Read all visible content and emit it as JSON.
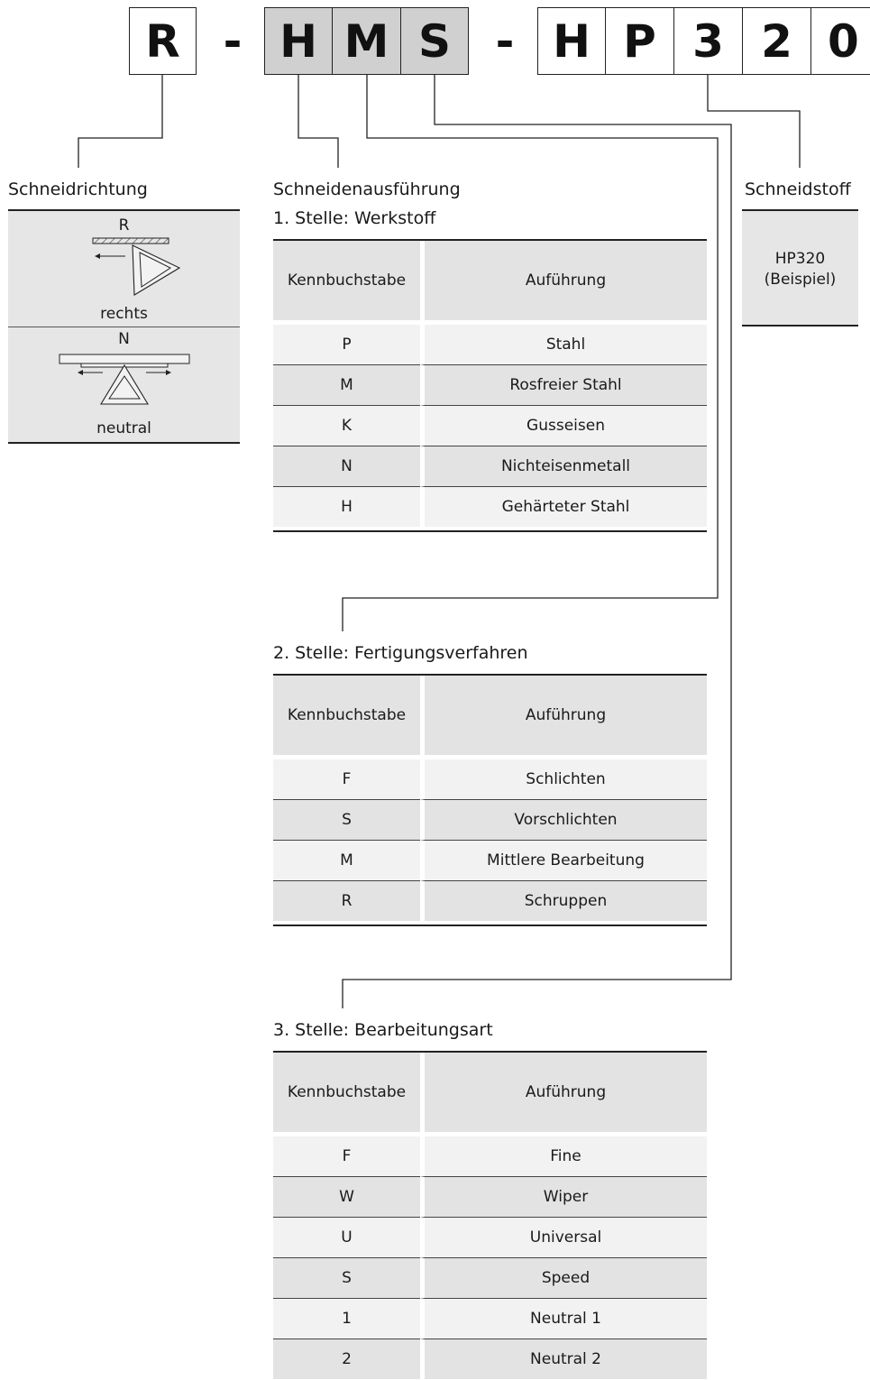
{
  "code": {
    "segments": [
      "R",
      "H",
      "M",
      "S",
      "H",
      "P",
      "3",
      "2",
      "0"
    ],
    "separator": "-"
  },
  "cutting_direction": {
    "title": "Schneidrichtung",
    "options": [
      {
        "letter": "R",
        "name": "rechts"
      },
      {
        "letter": "N",
        "name": "neutral"
      }
    ]
  },
  "edge_design": {
    "title": "Schneidenausführung",
    "tables": [
      {
        "title": "1. Stelle: Werkstoff",
        "headers": [
          "Kennbuchstabe",
          "Auführung"
        ],
        "rows": [
          [
            "P",
            "Stahl"
          ],
          [
            "M",
            "Rosfreier Stahl"
          ],
          [
            "K",
            "Gusseisen"
          ],
          [
            "N",
            "Nichteisenmetall"
          ],
          [
            "H",
            "Gehärteter Stahl"
          ]
        ]
      },
      {
        "title": "2. Stelle: Fertigungsverfahren",
        "headers": [
          "Kennbuchstabe",
          "Auführung"
        ],
        "rows": [
          [
            "F",
            "Schlichten"
          ],
          [
            "S",
            "Vorschlichten"
          ],
          [
            "M",
            "Mittlere Bearbeitung"
          ],
          [
            "R",
            "Schruppen"
          ]
        ]
      },
      {
        "title": "3. Stelle: Bearbeitungsart",
        "headers": [
          "Kennbuchstabe",
          "Auführung"
        ],
        "rows": [
          [
            "F",
            "Fine"
          ],
          [
            "W",
            "Wiper"
          ],
          [
            "U",
            "Universal"
          ],
          [
            "S",
            "Speed"
          ],
          [
            "1",
            "Neutral 1"
          ],
          [
            "2",
            "Neutral 2"
          ]
        ]
      }
    ]
  },
  "cutting_material": {
    "title": "Schneidstoff",
    "value": "HP320",
    "note": "(Beispiel)"
  },
  "colors": {
    "code_highlight": "#d0d0d0",
    "table_header": "#e3e3e3",
    "row_light": "#f2f2f2",
    "row_dark": "#e3e3e3"
  }
}
